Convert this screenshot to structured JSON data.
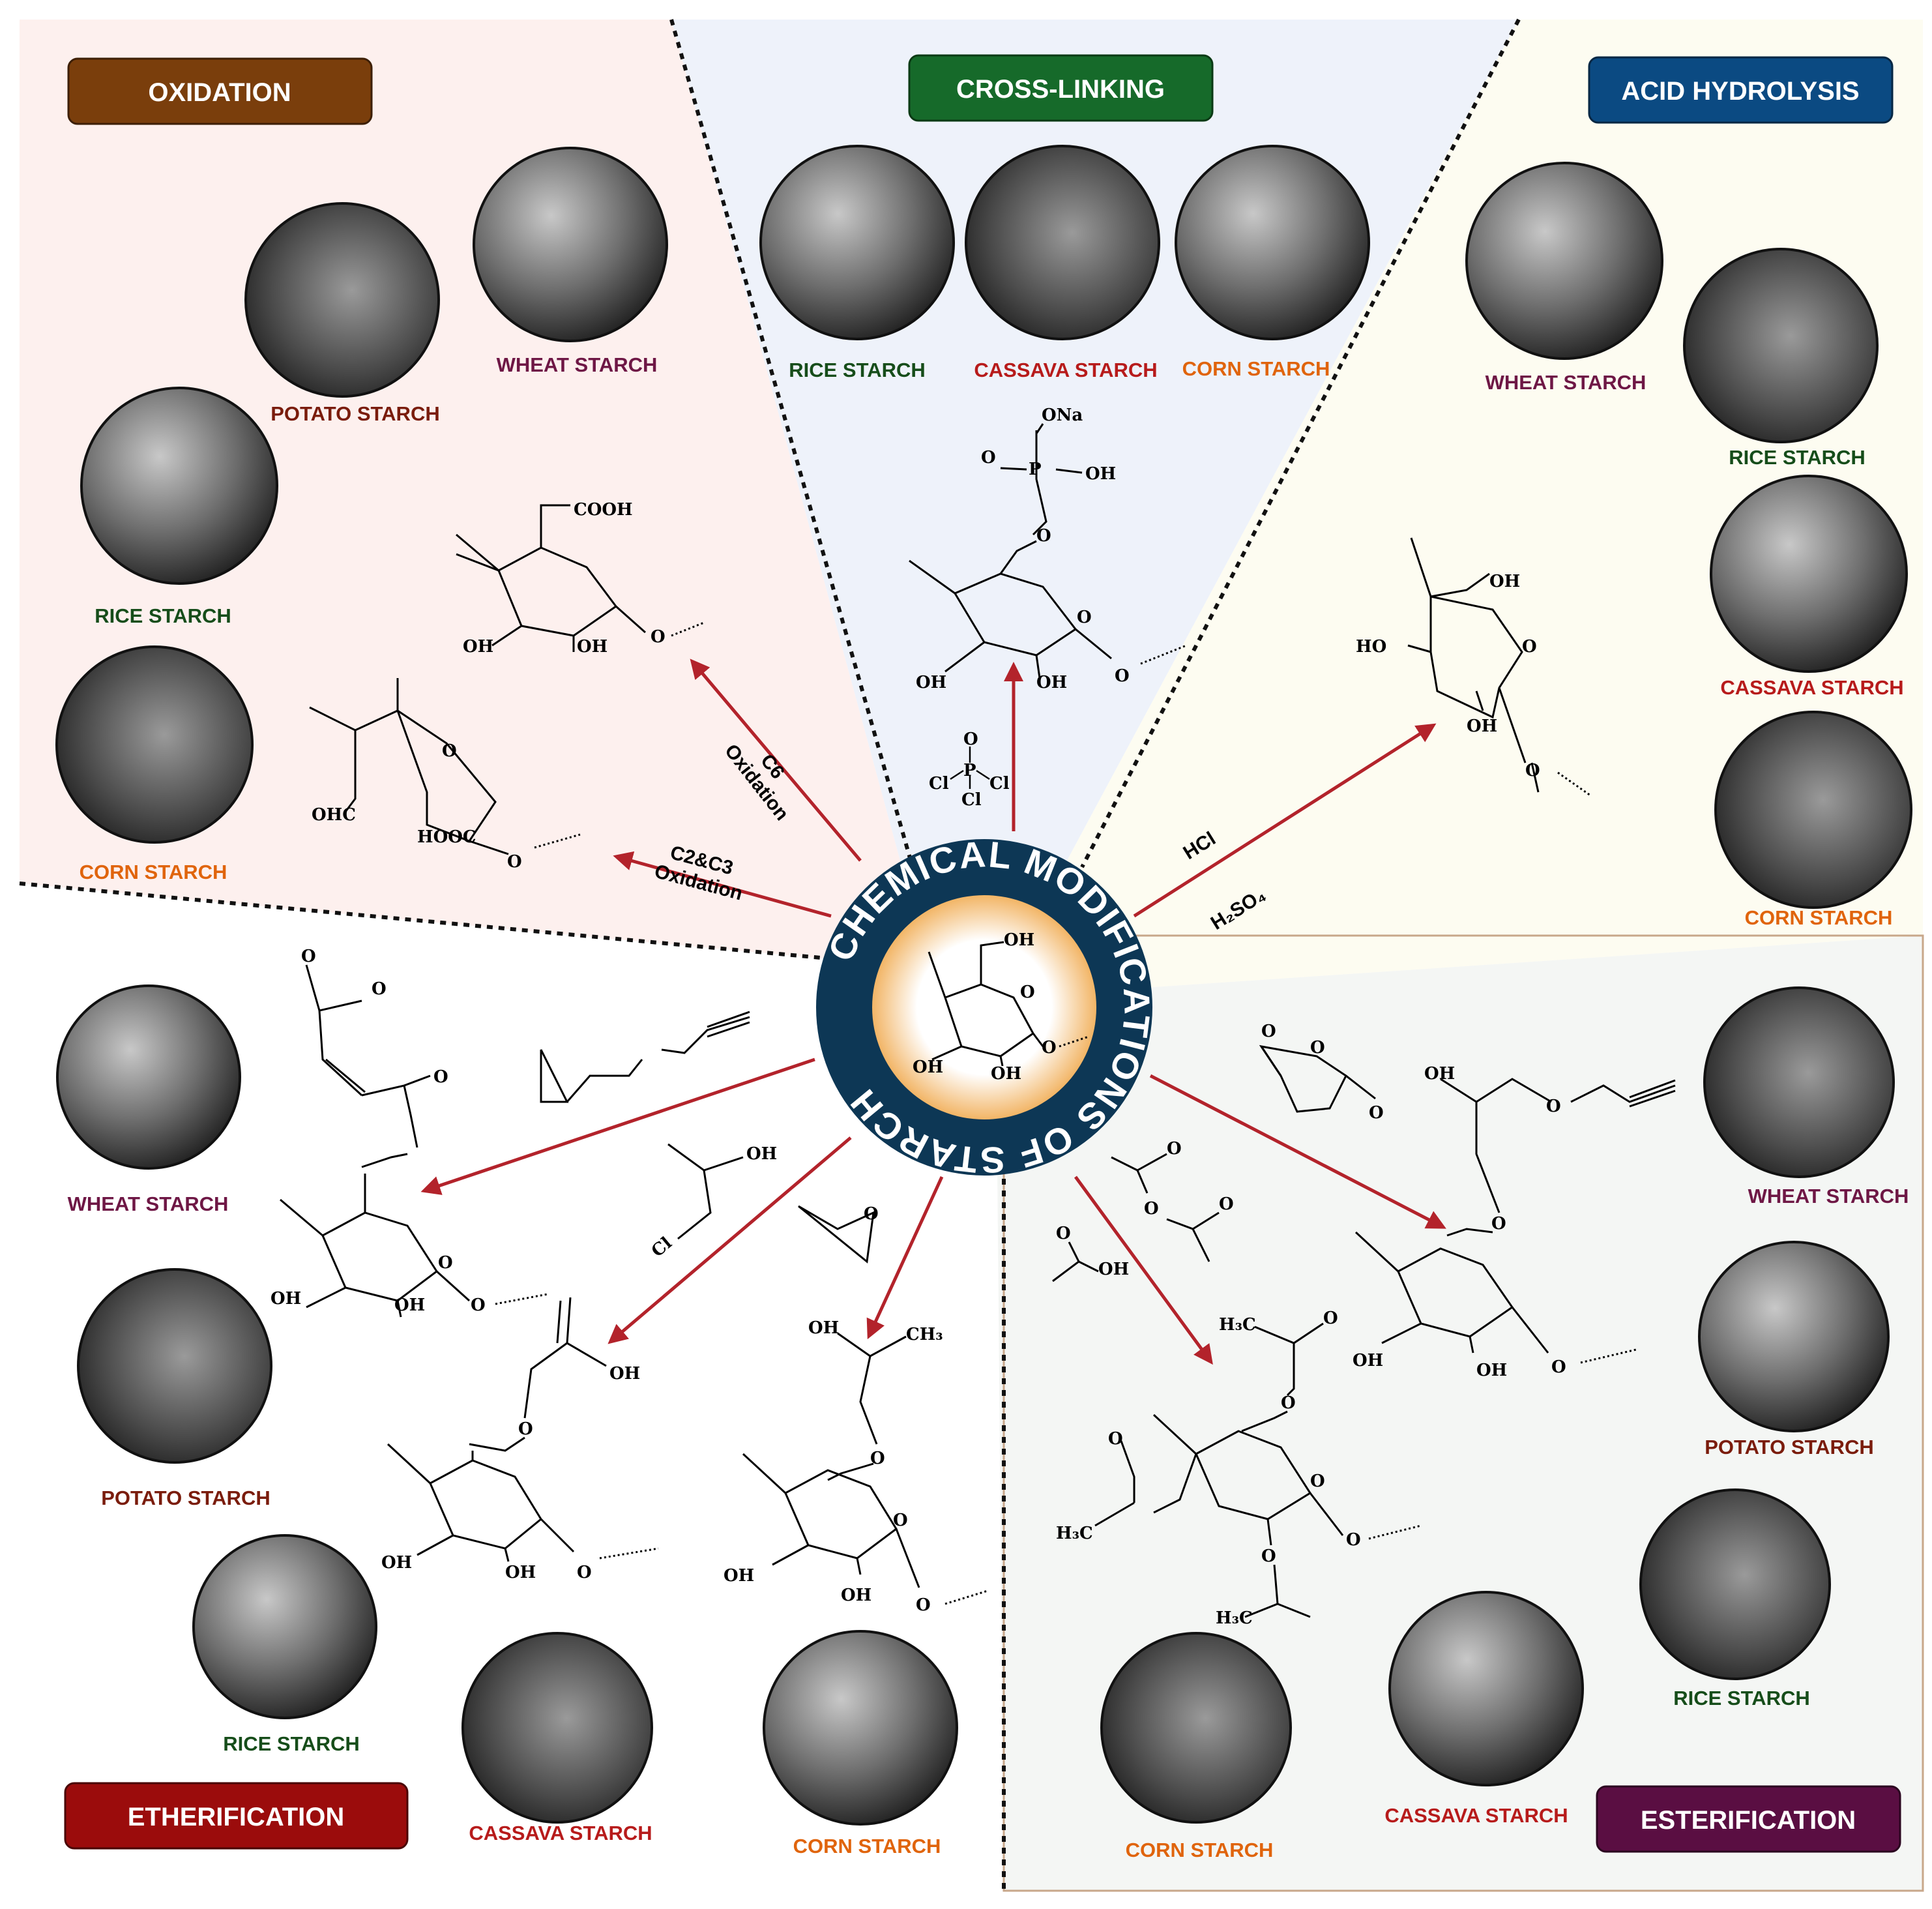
{
  "colors": {
    "oxidation": "#7a3e0c",
    "cross_linking": "#166a2a",
    "acid_hydrolysis": "#0b4a82",
    "etherification": "#9b0c0c",
    "esterification": "#5a0e42",
    "arrow": "#b3232b",
    "center_ring": "#0d3755"
  },
  "center": {
    "title": "CHEMICAL MODIFICATIONS OF STARCH",
    "oh": "OH",
    "o": "O"
  },
  "sections": {
    "oxidation": {
      "title": "OXIDATION",
      "starches": [
        "WHEAT  STARCH",
        "POTATO STARCH",
        "RICE STARCH",
        "CORN STARCH"
      ],
      "arrow_labels": [
        "C6 Oxidation",
        "C2&C3 Oxidation"
      ],
      "groups": [
        "COOH",
        "OH",
        "OH",
        "O",
        "OHC",
        "HOOC",
        "O",
        "O"
      ]
    },
    "cross_linking": {
      "title": "CROSS-LINKING",
      "starches": [
        "RICE STARCH",
        "CASSAVA STARCH",
        "CORN STARCH"
      ],
      "reagent": [
        "O",
        "P",
        "Cl",
        "Cl",
        "Cl"
      ],
      "groups": [
        "ONa",
        "O",
        "P",
        "OH",
        "O",
        "O",
        "OH",
        "OH",
        "O"
      ]
    },
    "acid_hydrolysis": {
      "title": "ACID HYDROLYSIS",
      "starches": [
        "WHEAT  STARCH",
        "RICE STARCH",
        "CASSAVA STARCH",
        "CORN STARCH"
      ],
      "reagents": [
        "HCl",
        "H₂SO₄"
      ],
      "groups": [
        "OH",
        "HO",
        "O",
        "OH",
        "O"
      ]
    },
    "etherification": {
      "title": "ETHERIFICATION",
      "starches": [
        "WHEAT  STARCH",
        "POTATO STARCH",
        "RICE STARCH",
        "CASSAVA STARCH",
        "CORN STARCH"
      ],
      "groups": [
        "O",
        "O",
        "O",
        "OH",
        "OH",
        "O",
        "O",
        "OH",
        "O",
        "OH",
        "OH",
        "O",
        "OH",
        "CH₃",
        "O",
        "OH",
        "OH",
        "O",
        "O",
        "OH",
        "Cl",
        "O",
        "O"
      ]
    },
    "esterification": {
      "title": "ESTERIFICATION",
      "starches": [
        "WHEAT  STARCH",
        "POTATO STARCH",
        "RICE STARCH",
        "CASSAVA STARCH",
        "CORN STARCH"
      ],
      "groups": [
        "O",
        "O",
        "O",
        "OH",
        "O",
        "O",
        "O",
        "O",
        "OH",
        "O",
        "O",
        "OH",
        "OH",
        "O",
        "H₃C",
        "O",
        "O",
        "O",
        "O",
        "H₃C",
        "O",
        "O",
        "H₃C"
      ]
    }
  }
}
